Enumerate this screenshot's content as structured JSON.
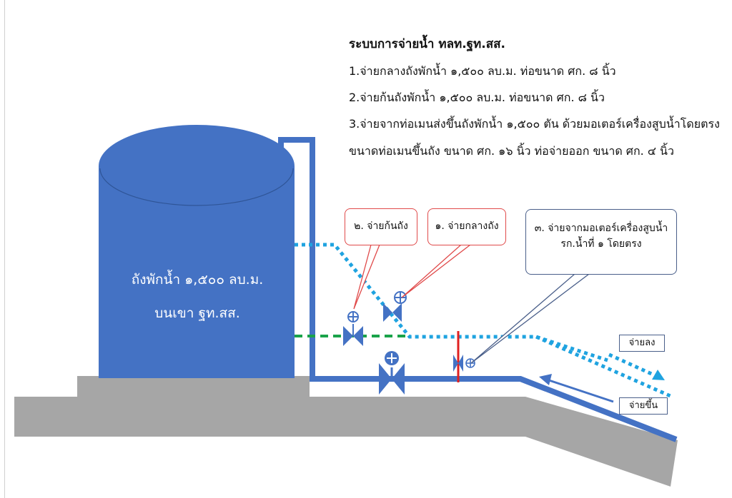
{
  "title": "ระบบการจ่ายน้ำ ทลท.ฐท.สส.",
  "lines": [
    "1.จ่ายกลางถังพักน้ำ ๑,๕๐๐ ลบ.ม. ท่อขนาด ศก. ๘ นิ้ว",
    "2.จ่ายก้นถังพักน้ำ ๑,๕๐๐ ลบ.ม. ท่อขนาด ศก. ๘ นิ้ว",
    "3.จ่ายจากท่อเมนส่งขึ้นถังพักน้ำ ๑,๕๐๐ ตัน ด้วยมอเตอร์เครื่องสูบน้ำโดยตรง",
    "ขนาดท่อเมนขึ้นถัง ขนาด ศก. ๑๖ นิ้ว ท่อจ่ายออก ขนาด ศก. ๔ นิ้ว"
  ],
  "tank": {
    "line1": "ถังพักน้ำ ๑,๕๐๐ ลบ.ม.",
    "line2": "บนเขา ฐท.สส."
  },
  "callouts": {
    "bottom": "๒. จ่ายก้นถัง",
    "middle": "๑. จ่ายกลางถัง",
    "motor_line1": "๓. จ่ายจากมอเตอร์เครื่องสูบน้ำ",
    "motor_line2": "รก.น้ำที่ ๑ โดยตรง"
  },
  "tags": {
    "down": "จ่ายลง",
    "up": "จ่ายขึ้น"
  },
  "colors": {
    "tank": "#4472c4",
    "pipe": "#4472c4",
    "ground": "#a6a6a6",
    "middle_line": "#1fa3e0",
    "bottom_line": "#1aa34a",
    "valve_marker": "#e02020"
  }
}
